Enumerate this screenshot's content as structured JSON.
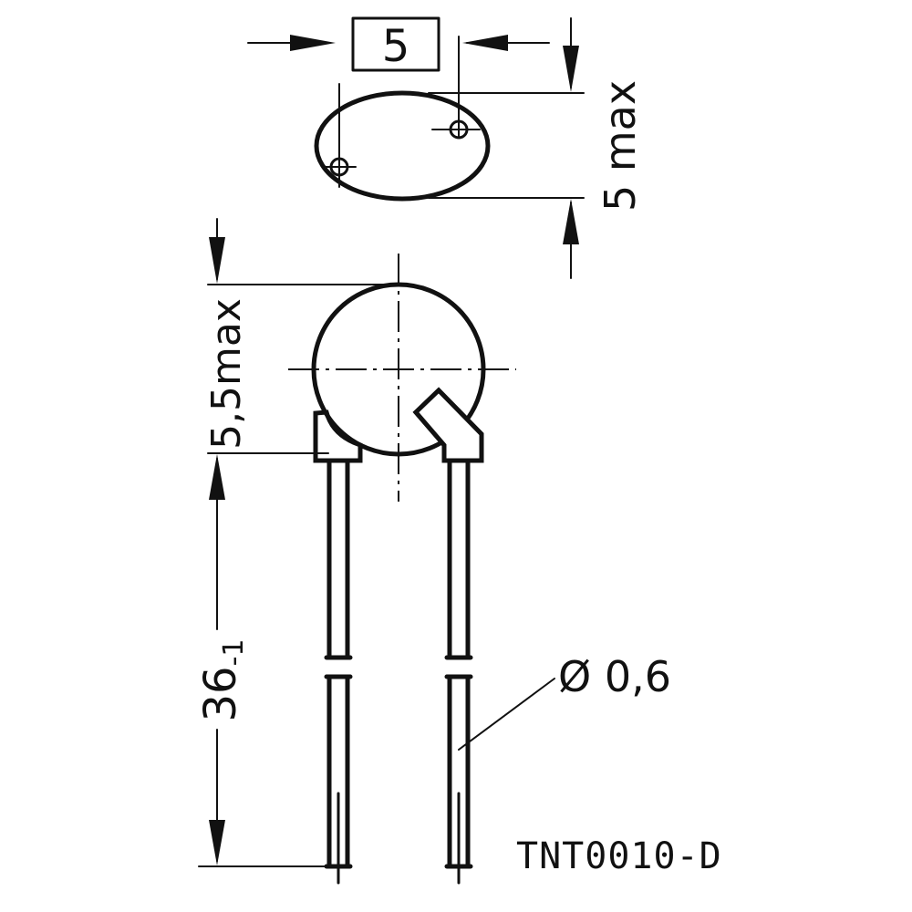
{
  "drawing": {
    "dimensions": {
      "pitch": "5",
      "thickness": "5 max",
      "diameter": "5,5max",
      "lead_length_value": "36",
      "lead_length_tolerance": "-1",
      "wire_diameter": "Ø 0,6"
    },
    "code": "TNT0010-D"
  }
}
